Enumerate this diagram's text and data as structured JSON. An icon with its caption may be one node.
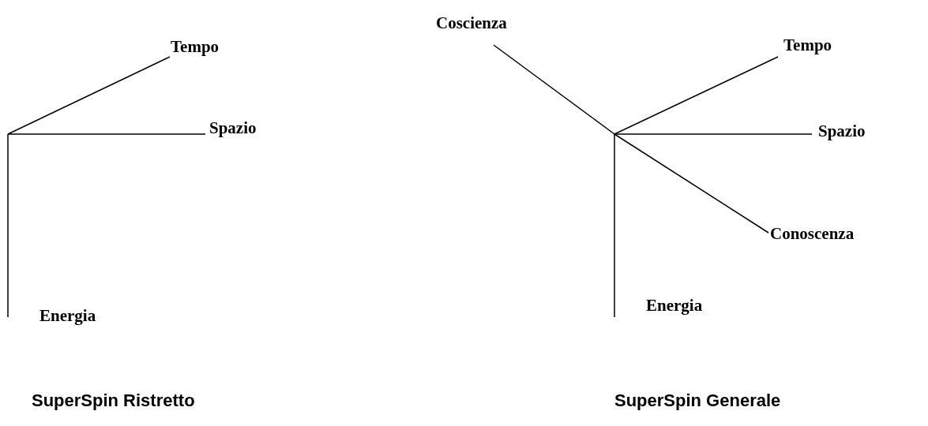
{
  "diagram": {
    "nodes": [
      {
        "text": [
          "Tempo"
        ]
      },
      {
        "text": [
          "Spazio"
        ]
      },
      {
        "text": [
          "Energia"
        ]
      },
      {
        "text": [
          "Coscienza"
        ]
      },
      {
        "text": [
          "Tempo"
        ]
      },
      {
        "text": [
          "Spazio"
        ]
      },
      {
        "text": [
          "Conoscenza"
        ]
      },
      {
        "text": [
          "Energia"
        ]
      }
    ],
    "edges": [
      {
        "from": null,
        "to": 0,
        "arrow": "none"
      },
      {
        "from": null,
        "to": 1,
        "arrow": "none"
      },
      {
        "from": null,
        "to": 2,
        "arrow": "none"
      },
      {
        "from": null,
        "to": 3,
        "arrow": "none"
      },
      {
        "from": null,
        "to": 4,
        "arrow": "none"
      },
      {
        "from": null,
        "to": 5,
        "arrow": "none"
      },
      {
        "from": null,
        "to": 6,
        "arrow": "none"
      },
      {
        "from": null,
        "to": 7,
        "arrow": "none"
      }
    ],
    "labels": [
      "SuperSpin Ristretto",
      "SuperSpin Generale"
    ]
  }
}
